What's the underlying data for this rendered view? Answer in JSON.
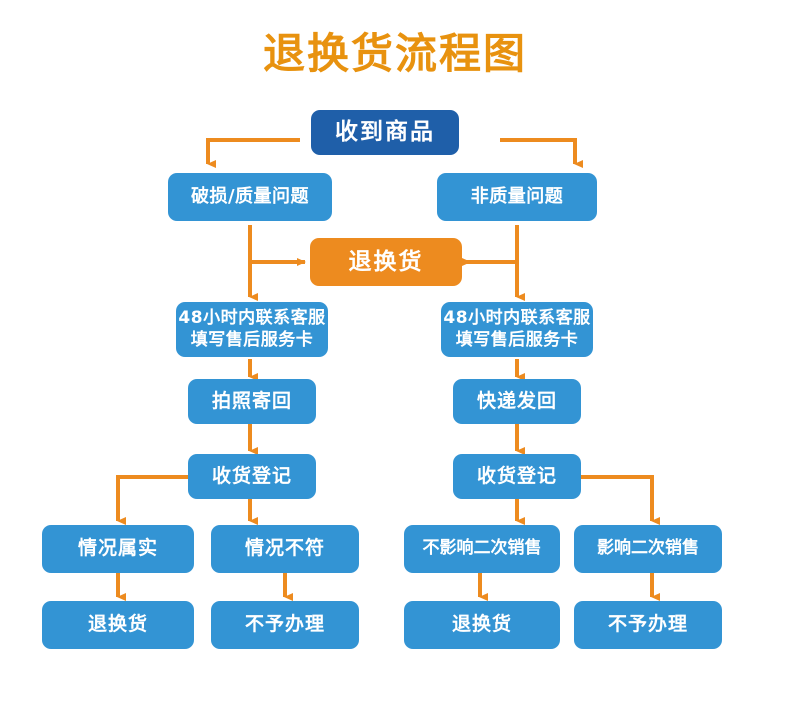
{
  "page": {
    "title": "退换货流程图",
    "title_color": "#e8920f",
    "background": "#ffffff"
  },
  "palette": {
    "box_blue": "#3394d4",
    "box_dark_blue": "#1f5fa9",
    "box_orange": "#ed8b1f",
    "connector_orange": "#ed8b1f",
    "text_on_box": "#ffffff"
  },
  "flow": {
    "start": {
      "label": "收到商品"
    },
    "branch": {
      "left": {
        "label": "破损/质量问题"
      },
      "right": {
        "label": "非质量问题"
      }
    },
    "merge": {
      "label": "退换货"
    },
    "left_track": [
      {
        "label": "48小时内联系客服\n填写售后服务卡"
      },
      {
        "label": "拍照寄回"
      },
      {
        "label": "收货登记"
      }
    ],
    "right_track": [
      {
        "label": "48小时内联系客服\n填写售后服务卡"
      },
      {
        "label": "快递发回"
      },
      {
        "label": "收货登记"
      }
    ],
    "left_outcomes": [
      {
        "condition": "情况属实",
        "result": "退换货"
      },
      {
        "condition": "情况不符",
        "result": "不予办理"
      }
    ],
    "right_outcomes": [
      {
        "condition": "不影响二次销售",
        "result": "退换货"
      },
      {
        "condition": "影响二次销售",
        "result": "不予办理"
      }
    ]
  }
}
